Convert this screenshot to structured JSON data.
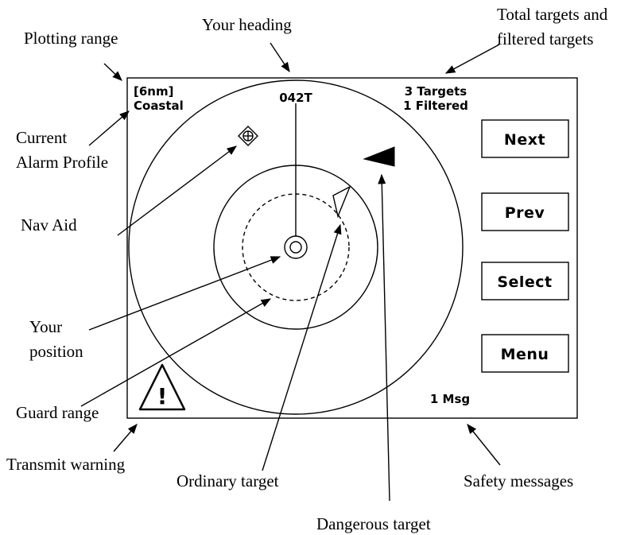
{
  "screen": {
    "range": "[6nm]",
    "profile": "Coastal",
    "heading": "042T",
    "targets_total": "3 Targets",
    "targets_filtered": "1 Filtered",
    "messages": "1 Msg",
    "warning_glyph": "!"
  },
  "buttons": {
    "next": "Next",
    "prev": "Prev",
    "select": "Select",
    "menu": "Menu"
  },
  "callouts": {
    "plotting_range": "Plotting range",
    "your_heading": "Your heading",
    "total_targets_line1": "Total targets and",
    "total_targets_line2": "filtered targets",
    "alarm_profile_line1": "Current",
    "alarm_profile_line2": "Alarm Profile",
    "nav_aid": "Nav Aid",
    "your_position_line1": "Your",
    "your_position_line2": "position",
    "guard_range": "Guard range",
    "transmit_warning": "Transmit warning",
    "ordinary_target": "Ordinary target",
    "safety_messages": "Safety messages",
    "dangerous_target": "Dangerous target"
  },
  "icons": {
    "nav_aid": "diamond-crosshair-icon",
    "own_ship": "double-circle-icon",
    "ordinary_target": "hollow-triangle-icon",
    "dangerous_target": "filled-triangle-icon",
    "warning": "warning-triangle-icon"
  }
}
